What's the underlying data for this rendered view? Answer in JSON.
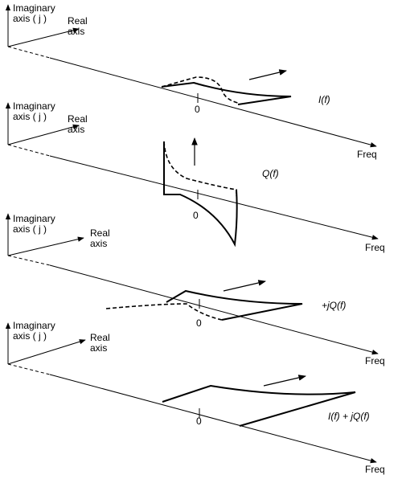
{
  "axes_text": {
    "imaginary_line1": "Imaginary",
    "imaginary_line2": "axis ( j )",
    "real_line1": "Real",
    "real_line2": "axis",
    "freq": "Freq",
    "zero": "0"
  },
  "panels": [
    {
      "signal_label": "I(f)"
    },
    {
      "signal_label": "Q(f)"
    },
    {
      "signal_label": "+jQ(f)"
    },
    {
      "signal_label": "I(f) + jQ(f)"
    }
  ]
}
